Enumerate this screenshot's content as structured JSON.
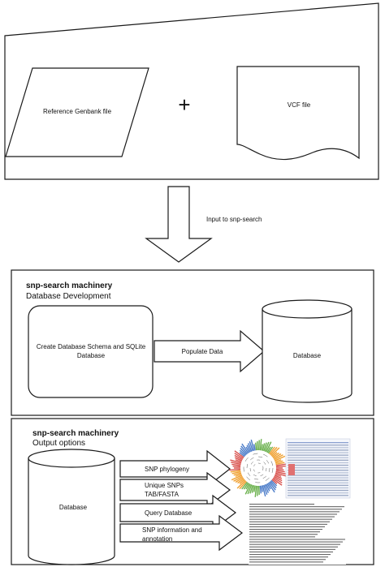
{
  "inputs": {
    "genbank_label": "Reference Genbank file",
    "plus": "+",
    "vcf_label": "VCF file"
  },
  "arrow_label": "Input to snp-search",
  "db_dev": {
    "title": "snp-search machinery",
    "subtitle": "Database Development",
    "create_line1": "Create Database Schema and SQLite",
    "create_line2": "Database",
    "populate": "Populate Data",
    "database": "Database"
  },
  "output": {
    "title": "snp-search machinery",
    "subtitle": "Output options",
    "database": "Database",
    "options": [
      {
        "line1": "SNP phylogeny",
        "line2": ""
      },
      {
        "line1": "Unique SNPs",
        "line2": "TAB/FASTA"
      },
      {
        "line1": "Query Database",
        "line2": ""
      },
      {
        "line1": "SNP information and",
        "line2": "annotation"
      }
    ]
  },
  "colors": {
    "stroke": "#1a1a1a",
    "tree_red": "#d9534f",
    "tree_blue": "#4a7bc8",
    "tree_green": "#6ab04c",
    "tree_orange": "#f0a030"
  }
}
